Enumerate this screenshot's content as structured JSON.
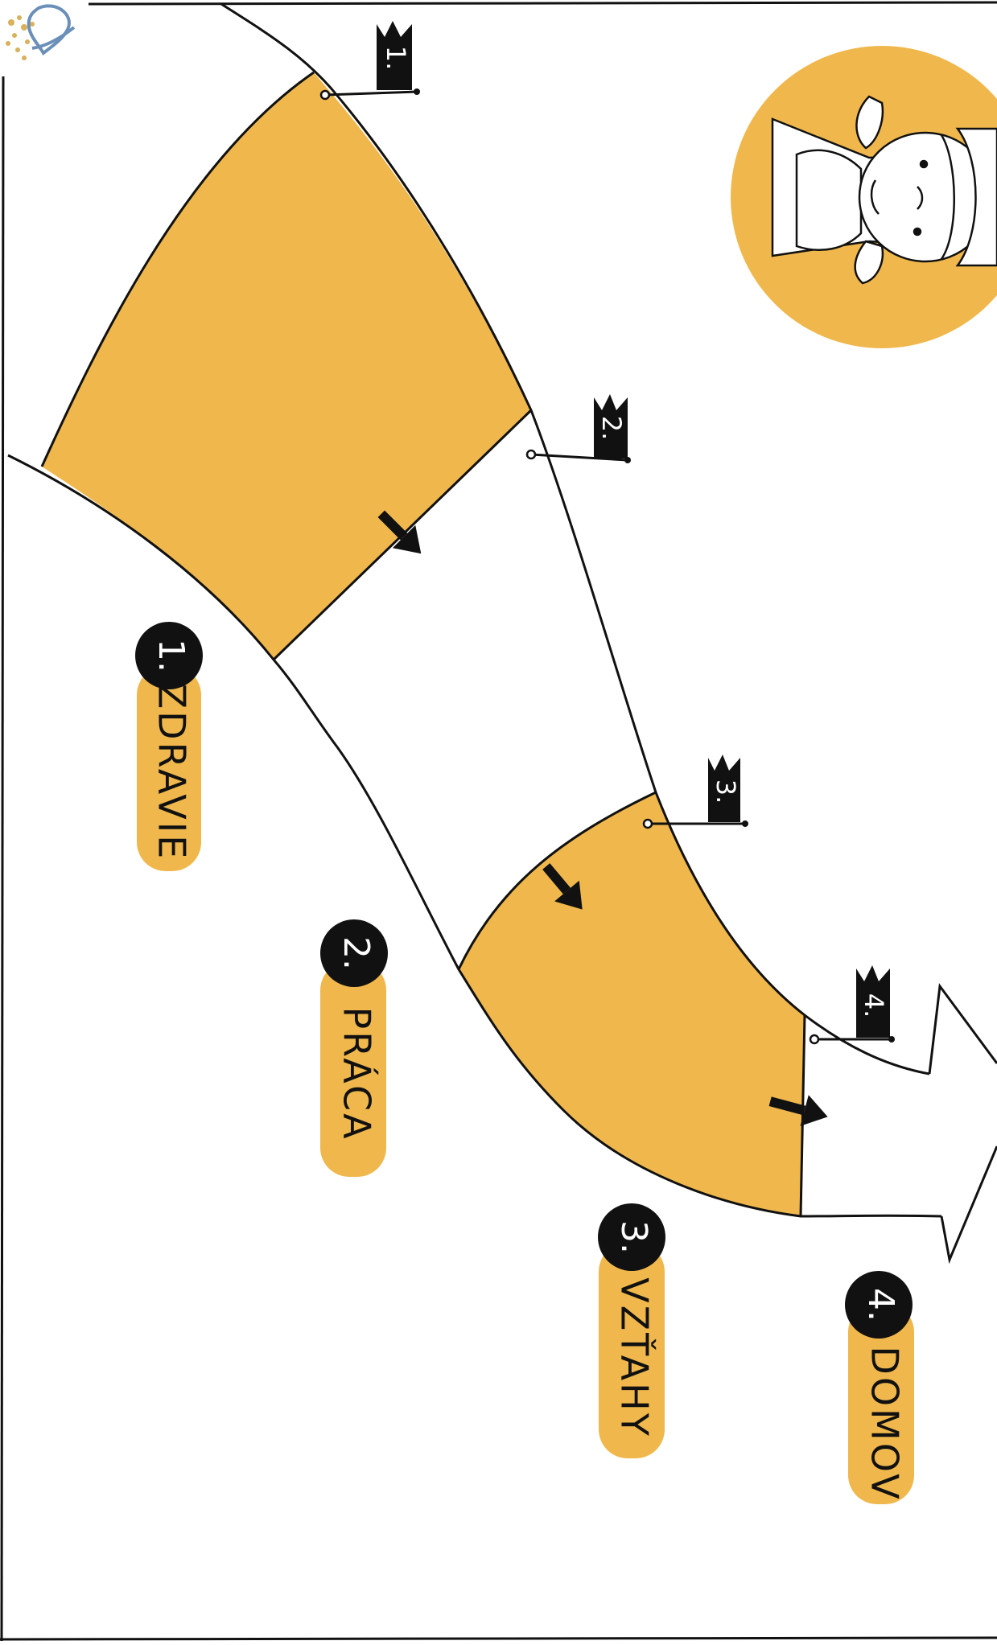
{
  "colors": {
    "accent": "#f0b84c",
    "ink": "#111111",
    "paper": "#ffffff",
    "logo": "#6a8fb8"
  },
  "logo": {
    "icon": "heart-hands-logo-icon"
  },
  "avatar": {
    "icon": "girl-face-icon"
  },
  "steps": [
    {
      "number": "1.",
      "label": "ZDRAVIE"
    },
    {
      "number": "2.",
      "label": "PRÁCA"
    },
    {
      "number": "3.",
      "label": "VZŤAHY"
    },
    {
      "number": "4.",
      "label": "DOMOV"
    }
  ],
  "flags": [
    "1.",
    "2.",
    "3.",
    "4."
  ]
}
